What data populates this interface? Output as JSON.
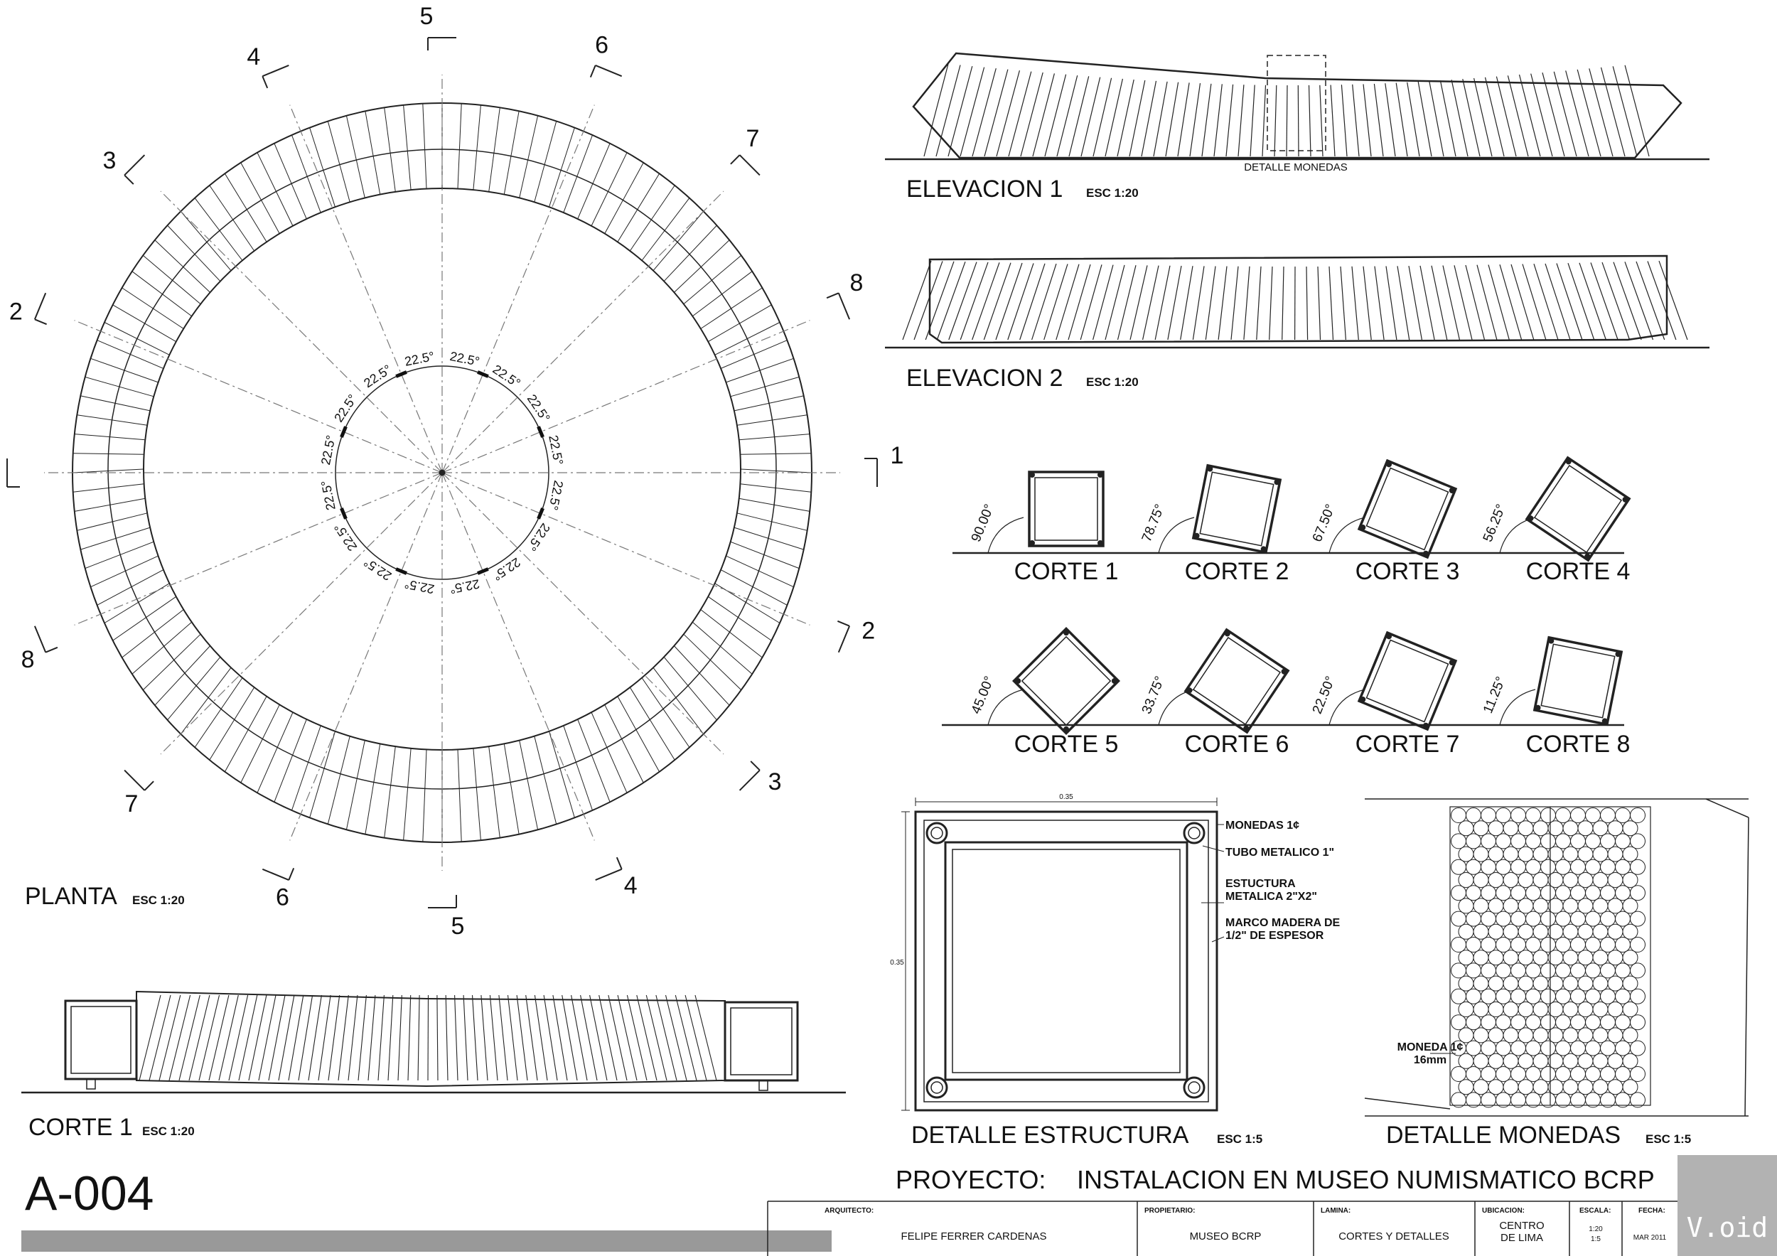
{
  "sheet_number": "A-004",
  "plan": {
    "title": "PLANTA",
    "scale": "ESC 1:20",
    "angle_label": "22.5°",
    "section_marks": [
      {
        "n": "1",
        "side": "a"
      },
      {
        "n": "1",
        "side": "b"
      },
      {
        "n": "2",
        "side": "a"
      },
      {
        "n": "2",
        "side": "b"
      },
      {
        "n": "3",
        "side": "a"
      },
      {
        "n": "3",
        "side": "b"
      },
      {
        "n": "4",
        "side": "a"
      },
      {
        "n": "4",
        "side": "b"
      },
      {
        "n": "5",
        "side": "a"
      },
      {
        "n": "5",
        "side": "b"
      },
      {
        "n": "6",
        "side": "a"
      },
      {
        "n": "6",
        "side": "b"
      },
      {
        "n": "7",
        "side": "a"
      },
      {
        "n": "7",
        "side": "b"
      },
      {
        "n": "8",
        "side": "a"
      },
      {
        "n": "8",
        "side": "b"
      }
    ]
  },
  "elevation1": {
    "title": "ELEVACION 1",
    "scale": "ESC 1:20",
    "detail_label": "DETALLE MONEDAS"
  },
  "elevation2": {
    "title": "ELEVACION 2",
    "scale": "ESC 1:20"
  },
  "section1": {
    "title": "CORTE 1",
    "scale": "ESC 1:20"
  },
  "cuts": [
    {
      "label": "CORTE 1",
      "angle": "90.00°",
      "rotation": 0
    },
    {
      "label": "CORTE 2",
      "angle": "78.75°",
      "rotation": 11.25
    },
    {
      "label": "CORTE 3",
      "angle": "67.50°",
      "rotation": 22.5
    },
    {
      "label": "CORTE 4",
      "angle": "56.25°",
      "rotation": 33.75
    },
    {
      "label": "CORTE 5",
      "angle": "45.00°",
      "rotation": 45
    },
    {
      "label": "CORTE 6",
      "angle": "33.75°",
      "rotation": 33.75
    },
    {
      "label": "CORTE 7",
      "angle": "22.50°",
      "rotation": 22.5
    },
    {
      "label": "CORTE 8",
      "angle": "11.25°",
      "rotation": 11.25
    }
  ],
  "detail_structure": {
    "title": "DETALLE ESTRUCTURA",
    "scale": "ESC 1:5",
    "width_dim": "0.35",
    "height_dim": "0.35",
    "notes": [
      "MONEDAS 1¢",
      "TUBO METALICO 1\"",
      "ESTUCTURA",
      "METALICA 2\"X2\"",
      "MARCO MADERA DE",
      "1/2\" DE ESPESOR"
    ]
  },
  "detail_coins": {
    "title": "DETALLE MONEDAS",
    "scale": "ESC 1:5",
    "note1": "MONEDA 1¢",
    "note2": "16mm"
  },
  "project": {
    "label": "PROYECTO:",
    "name": "INSTALACION EN MUSEO NUMISMATICO BCRP"
  },
  "title_block": {
    "arquitecto_label": "ARQUITECTO:",
    "arquitecto": "FELIPE FERRER CARDENAS",
    "propietario_label": "PROPIETARIO:",
    "propietario": "MUSEO BCRP",
    "lamina_label": "LAMINA:",
    "lamina": "CORTES Y DETALLES",
    "ubicacion_label": "UBICACION:",
    "ubicacion_1": "CENTRO",
    "ubicacion_2": "DE LIMA",
    "escala_label": "ESCALA:",
    "escala_1": "1:20",
    "escala_2": "1:5",
    "fecha_label": "FECHA:",
    "fecha": "MAR 2011"
  },
  "logo": "V.oid"
}
